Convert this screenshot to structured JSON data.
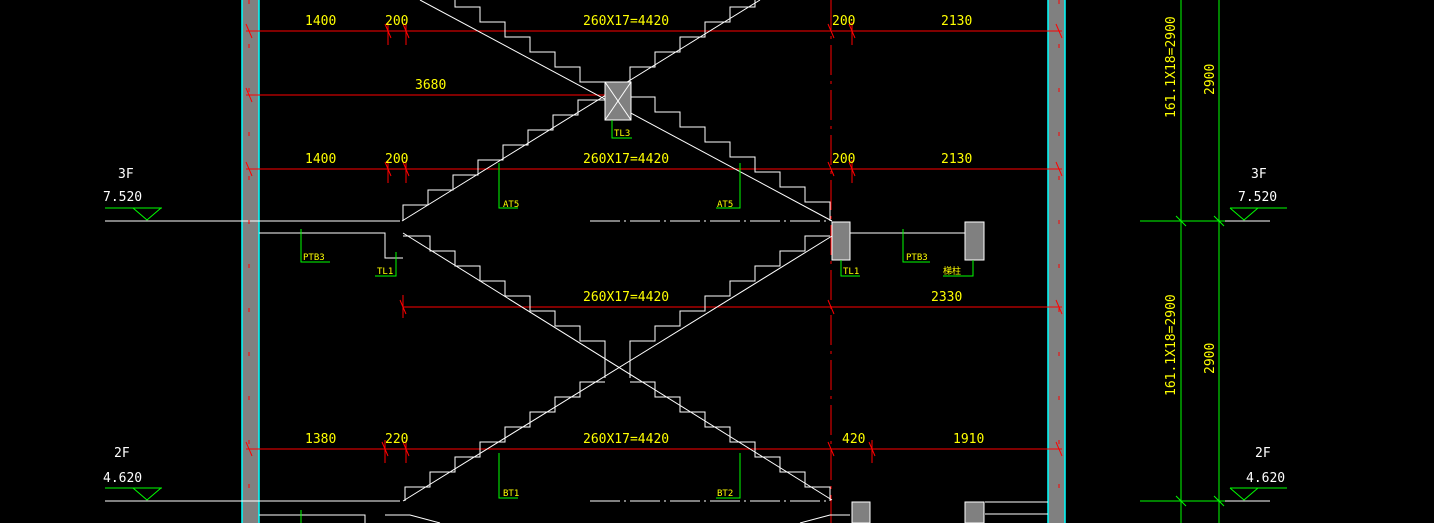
{
  "drawing": {
    "background": "#000000",
    "colors": {
      "dimension": "#ff0000",
      "stair": "#ffffff",
      "wall_edge": "#00ffff",
      "wall_fill": "#808080",
      "level_line": "#ffffff",
      "leader": "#00ff00",
      "text": "#ffff00"
    }
  },
  "dimensions": {
    "top_row": [
      "1400",
      "200",
      "260X17=4420",
      "200",
      "2130"
    ],
    "landing_row": [
      "3680"
    ],
    "upper_row": [
      "1400",
      "200",
      "260X17=4420",
      "200",
      "2130"
    ],
    "middle_row": [
      "260X17=4420",
      "2330"
    ],
    "lower_row": [
      "1380",
      "220",
      "260X17=4420",
      "420",
      "1910"
    ],
    "vertical_upper": "161.1X18=2900",
    "vertical_upper_total": "2900",
    "vertical_lower": "161.1X18=2900",
    "vertical_lower_total": "2900"
  },
  "levels": [
    {
      "floor": "3F",
      "elevation": "7.520"
    },
    {
      "floor": "2F",
      "elevation": "4.620"
    }
  ],
  "labels": {
    "tl3": "TL3",
    "at5_left": "AT5",
    "at5_right": "AT5",
    "ptb3_left": "PTB3",
    "ptb3_right": "PTB3",
    "tl1_left": "TL1",
    "tl1_right": "TL1",
    "beam_tag": "梯柱",
    "bt1": "BT1",
    "bt2": "BT2"
  }
}
